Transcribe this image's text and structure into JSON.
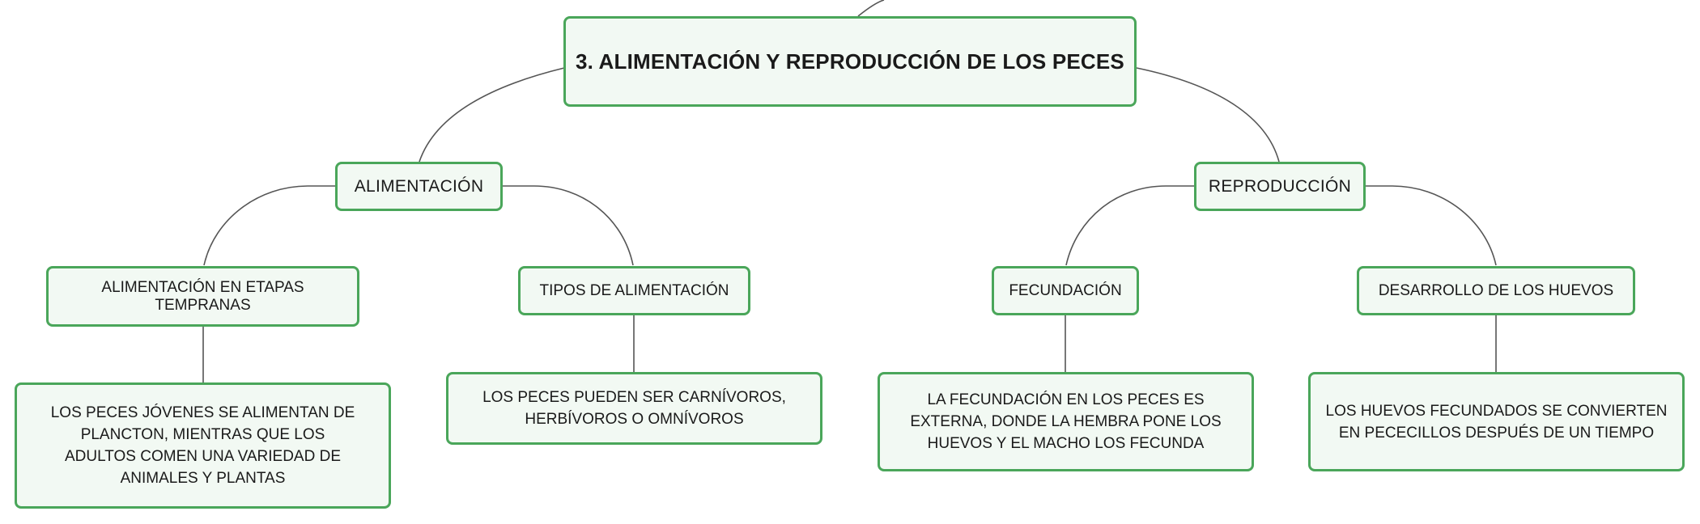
{
  "colors": {
    "node_fill": "#f2f9f3",
    "node_border": "#4aa65a",
    "connector": "#555555",
    "text": "#1a1a1a"
  },
  "root": {
    "label": "3. ALIMENTACIÓN Y REPRODUCCIÓN DE LOS PECES"
  },
  "branches": [
    {
      "label": "ALIMENTACIÓN",
      "children": [
        {
          "label": "ALIMENTACIÓN EN ETAPAS TEMPRANAS",
          "detail": "LOS PECES JÓVENES SE ALIMENTAN DE PLANCTON, MIENTRAS QUE LOS ADULTOS COMEN UNA VARIEDAD DE ANIMALES Y PLANTAS"
        },
        {
          "label": "TIPOS DE ALIMENTACIÓN",
          "detail": "LOS PECES PUEDEN SER CARNÍVOROS, HERBÍVOROS O OMNÍVOROS"
        }
      ]
    },
    {
      "label": "REPRODUCCIÓN",
      "children": [
        {
          "label": "FECUNDACIÓN",
          "detail": "LA FECUNDACIÓN EN LOS PECES ES EXTERNA, DONDE LA HEMBRA PONE LOS HUEVOS Y EL MACHO LOS FECUNDA"
        },
        {
          "label": "DESARROLLO DE LOS HUEVOS",
          "detail": "LOS HUEVOS FECUNDADOS SE CONVIERTEN EN PECECILLOS DESPUÉS DE UN TIEMPO"
        }
      ]
    }
  ]
}
